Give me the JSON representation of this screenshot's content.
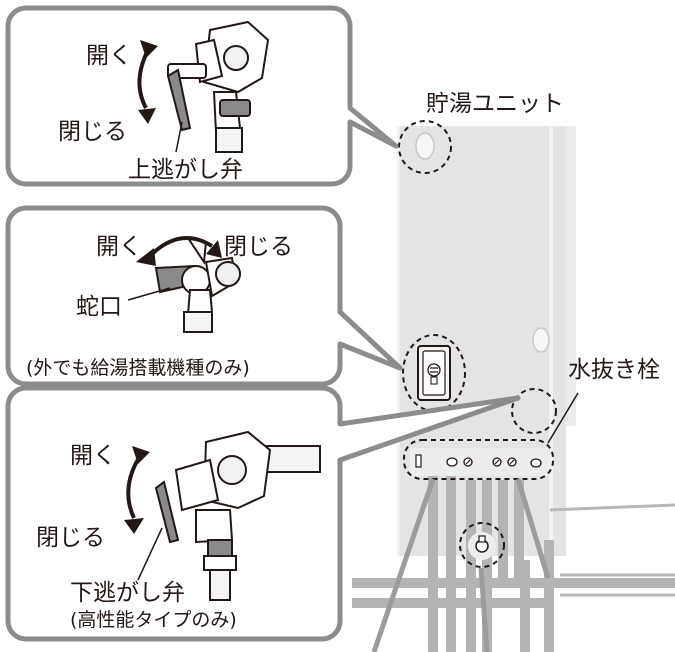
{
  "labels": {
    "upper_valve_open": "開く",
    "upper_valve_close": "閉じる",
    "upper_relief_valve": "上逃がし弁",
    "storage_unit": "貯湯ユニット",
    "faucet_open": "開く",
    "faucet_close": "閉じる",
    "faucet": "蛇口",
    "faucet_note": "(外でも給湯搭載機種のみ)",
    "drain_plug": "水抜き栓",
    "lower_valve_open": "開く",
    "lower_valve_close": "閉じる",
    "lower_relief_valve": "下逃がし弁",
    "lower_valve_note": "(高性能タイプのみ)"
  },
  "colors": {
    "frame_stroke": "#8c8c8c",
    "unit_fill": "#e4e4e4",
    "pipe_fill": "#b4b4b4",
    "ink": "#231815"
  },
  "icons": [
    "arrow-open-close-icon",
    "relief-valve-icon",
    "faucet-icon",
    "drain-plug-icon"
  ]
}
